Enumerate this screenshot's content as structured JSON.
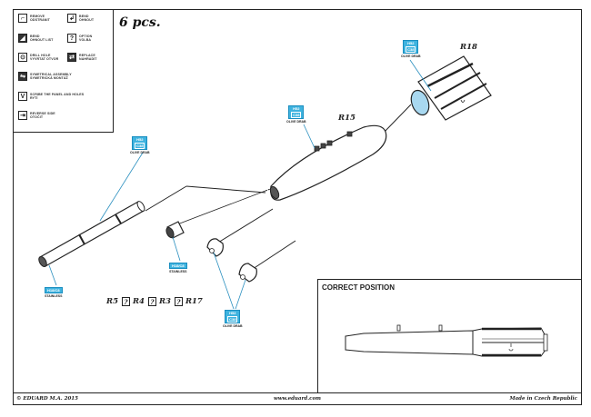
{
  "title": "6 pcs.",
  "legend": [
    {
      "icon": "remove-icon",
      "glyph": "⌐",
      "lines": [
        "REMOVE",
        "ODSTRANIT"
      ]
    },
    {
      "icon": "bend-icon",
      "glyph": "↲",
      "lines": [
        "BEND",
        "OHNOUT"
      ]
    },
    {
      "icon": "bend-check-icon",
      "glyph": "◢",
      "lines": [
        "BEND",
        "OHNOUT LIST"
      ]
    },
    {
      "icon": "option-icon",
      "glyph": "?",
      "lines": [
        "OPTION",
        "VOLBA"
      ]
    },
    {
      "icon": "drill-hole-icon",
      "glyph": "⊙",
      "lines": [
        "DRILL HOLE",
        "VYVRTAT OTVOR"
      ]
    },
    {
      "icon": "replace-icon",
      "glyph": "⇄",
      "lines": [
        "REPLACE",
        "NAHRADIT"
      ]
    },
    {
      "icon": "symmetrical-assembly-icon",
      "glyph": "⇋",
      "lines": [
        "SYMETRICAL ASSEMBLY",
        "SYMETRICKÁ MONTÁŽ"
      ]
    },
    {
      "icon": "scribe-panel-icon",
      "glyph": "V",
      "lines": [
        "SCRIBE THE PANEL AND HOLES",
        "RYTÍ"
      ]
    },
    {
      "icon": "reverse-side-icon",
      "glyph": "⇥",
      "lines": [
        "REVERSE SIDE",
        "OTOČIT"
      ]
    }
  ],
  "parts": {
    "r18": "R18",
    "r15": "R15",
    "options_row": [
      "R5",
      "R4",
      "R3",
      "R17"
    ],
    "option_glyph": "?"
  },
  "paints": [
    {
      "id": "paint-r18",
      "code1": "H52",
      "code2": "C38",
      "name": "OLIVE DRAB"
    },
    {
      "id": "paint-r15",
      "code1": "H52",
      "code2": "C38",
      "name": "OLIVE DRAB"
    },
    {
      "id": "paint-tube",
      "code1": "H52",
      "code2": "C38",
      "name": "OLIVE DRAB"
    },
    {
      "id": "paint-stainless-tube",
      "code1": "H18/C8",
      "name": "STAINLESS"
    },
    {
      "id": "paint-stainless-ring",
      "code1": "H18/C8",
      "name": "STAINLESS"
    },
    {
      "id": "paint-fins",
      "code1": "H52",
      "code2": "C38",
      "name": "OLIVE DRAB"
    }
  ],
  "colors": {
    "paint_chip": "#3fb3df",
    "cap_fill": "#a8d8f0",
    "line": "#222222",
    "leader": "#2a8fbf"
  },
  "correct_position": {
    "title": "CORRECT POSITION"
  },
  "footer": {
    "copyright": "© EDUARD M.A. 2015",
    "website": "www.eduard.com",
    "made_in": "Made in Czech Republic"
  }
}
